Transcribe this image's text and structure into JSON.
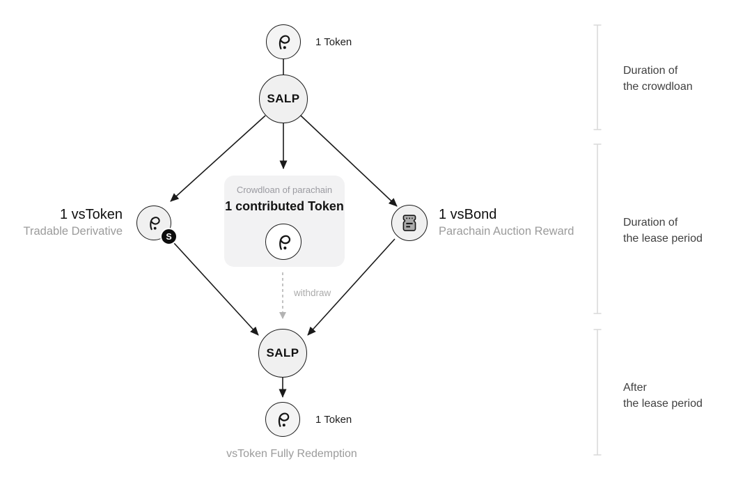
{
  "flow": {
    "top_token": {
      "label": "1 Token",
      "icon": "polkadot-logo"
    },
    "salp_top": {
      "label": "SALP"
    },
    "vstoken": {
      "title": "1 vsToken",
      "subtitle": "Tradable Derivative",
      "badge": "S",
      "icon": "polkadot-logo"
    },
    "crowdloan_box": {
      "caption": "Crowdloan of parachain",
      "title": "1 contributed Token",
      "icon": "polkadot-logo"
    },
    "vsbond": {
      "title": "1 vsBond",
      "subtitle": "Parachain Auction Reward",
      "icon": "bond-ticket-icon"
    },
    "withdraw": {
      "label": "withdraw"
    },
    "salp_bottom": {
      "label": "SALP"
    },
    "bottom_token": {
      "label": "1 Token",
      "icon": "polkadot-logo"
    },
    "redemption_caption": "vsToken Fully Redemption"
  },
  "timeline": [
    {
      "label": "Duration of\nthe crowdloan"
    },
    {
      "label": "Duration of\nthe lease period"
    },
    {
      "label": "After\nthe lease period"
    }
  ],
  "colors": {
    "node_fill": "#f0f0f0",
    "node_border": "#1a1a1a",
    "box_fill": "#f2f2f3",
    "dark_text": "#1a1a1a",
    "muted_text": "#9b9b9b",
    "timeline_text": "#3f3f3f",
    "bracket_line": "#d8d8d8",
    "arrow": "#1a1a1a",
    "withdraw_arrow": "#b3b3b3",
    "badge_bg": "#0d0d0d",
    "bond_icon_fill": "#ababab"
  }
}
